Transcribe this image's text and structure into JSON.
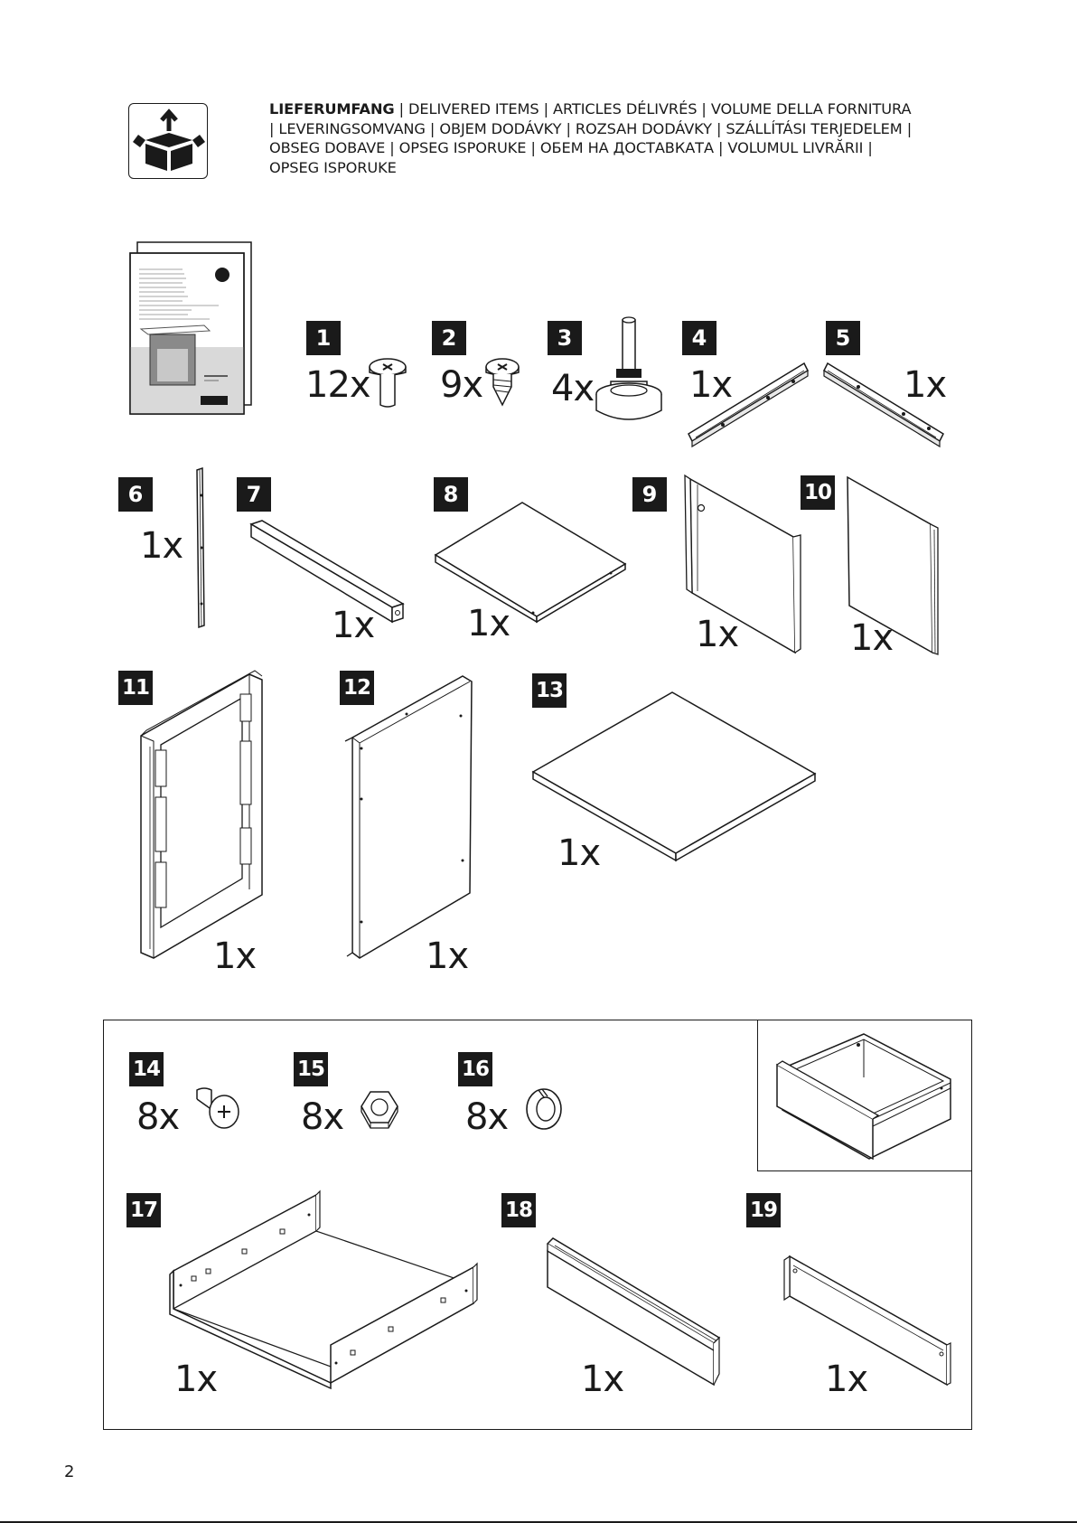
{
  "header": {
    "icon": "box-delivery-icon",
    "title_bold": "LIEFERUMFANG",
    "title_rest": " | DELIVERED ITEMS | ARTICLES DÉLIVRÉS | VOLUME DELLA FORNITURA | LEVERINGSOMVANG | OBJEM DODÁVKY | ROZSAH DODÁVKY | SZÁLLÍTÁSI TERJEDELEM | OBSEG DOBAVE | OPSEG ISPORUKE | ОБЕМ НА ДОСТАВКАТА | VOLUMUL LIVRĂRII | OPSEG ISPORUKE"
  },
  "manual_icon": "instruction-manual-icon",
  "parts": [
    {
      "id": "1",
      "qty": "12x",
      "icon": "screw-icon"
    },
    {
      "id": "2",
      "qty": "9x",
      "icon": "pointed-screw-icon"
    },
    {
      "id": "3",
      "qty": "4x",
      "icon": "adjustable-foot-icon"
    },
    {
      "id": "4",
      "qty": "1x",
      "icon": "rail-left-icon"
    },
    {
      "id": "5",
      "qty": "1x",
      "icon": "rail-right-icon"
    },
    {
      "id": "6",
      "qty": "1x",
      "icon": "vertical-bar-icon"
    },
    {
      "id": "7",
      "qty": "1x",
      "icon": "square-beam-icon"
    },
    {
      "id": "8",
      "qty": "1x",
      "icon": "tray-panel-icon"
    },
    {
      "id": "9",
      "qty": "1x",
      "icon": "door-panel-icon"
    },
    {
      "id": "10",
      "qty": "1x",
      "icon": "back-panel-icon"
    },
    {
      "id": "11",
      "qty": "1x",
      "icon": "side-frame-icon"
    },
    {
      "id": "12",
      "qty": "1x",
      "icon": "side-panel-icon"
    },
    {
      "id": "13",
      "qty": "1x",
      "icon": "top-plate-icon"
    },
    {
      "id": "14",
      "qty": "8x",
      "icon": "bolt-icon"
    },
    {
      "id": "15",
      "qty": "8x",
      "icon": "hex-nut-icon"
    },
    {
      "id": "16",
      "qty": "8x",
      "icon": "spring-washer-icon"
    },
    {
      "id": "17",
      "qty": "1x",
      "icon": "drawer-body-icon"
    },
    {
      "id": "18",
      "qty": "1x",
      "icon": "drawer-front-icon"
    },
    {
      "id": "19",
      "qty": "1x",
      "icon": "drawer-back-icon"
    }
  ],
  "drawer_preview_icon": "assembled-drawer-icon",
  "page_number": "2"
}
